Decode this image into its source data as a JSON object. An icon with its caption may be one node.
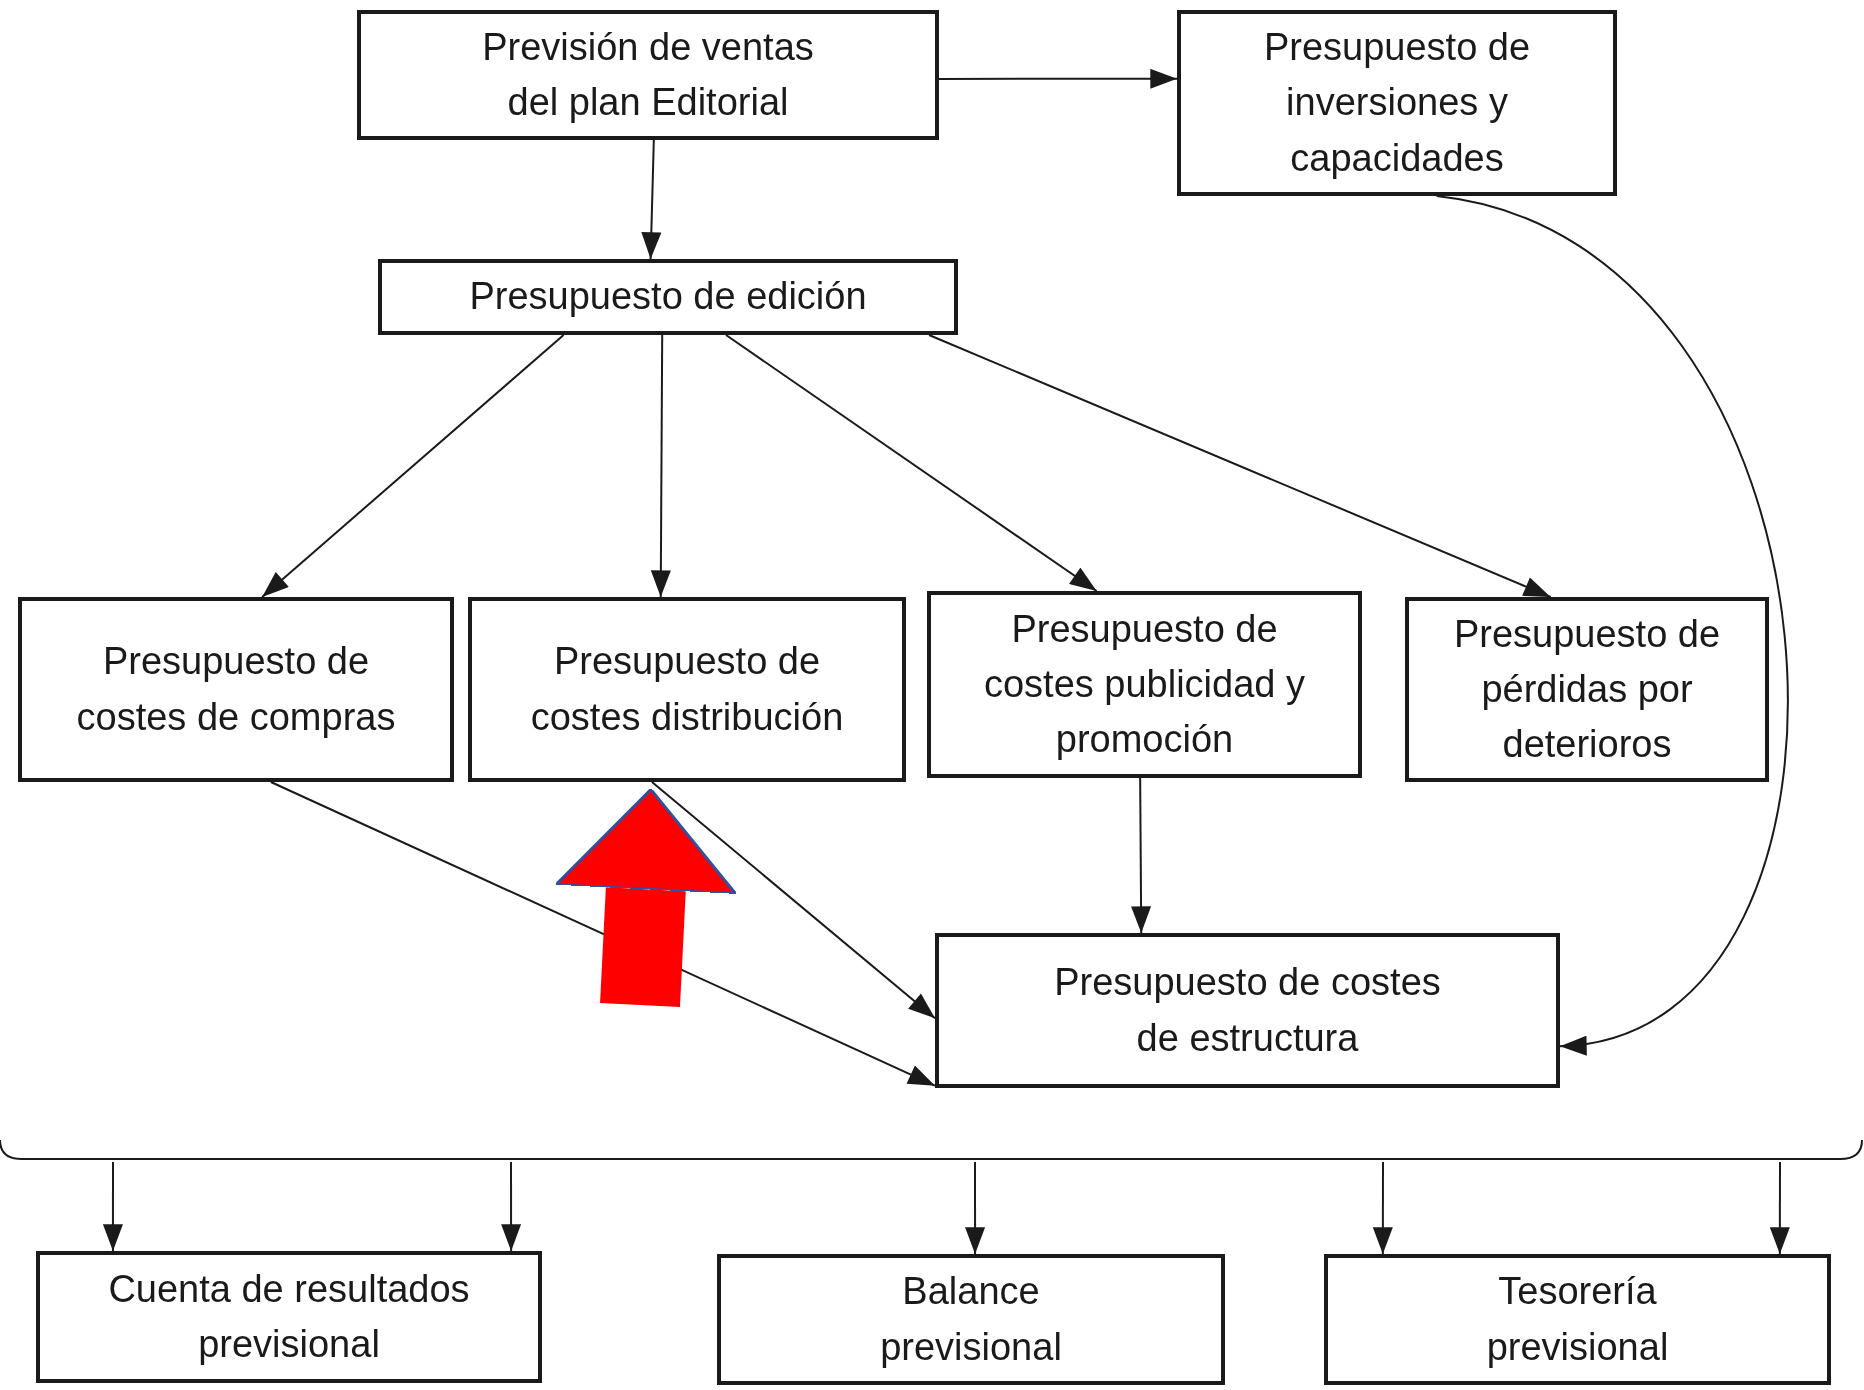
{
  "diagram": {
    "nodes": [
      {
        "text": [
          "Previsión de ventas del plan Editorial"
        ]
      },
      {
        "text": [
          "Presupuesto de inversiones y capacidades"
        ]
      },
      {
        "text": [
          "Presupuesto de edición"
        ]
      },
      {
        "text": [
          "Presupuesto de costes de compras"
        ]
      },
      {
        "text": [
          "Presupuesto de costes distribución"
        ]
      },
      {
        "text": [
          "Presupuesto de costes publicidad y promoción"
        ]
      },
      {
        "text": [
          "Presupuesto de pérdidas por deterioros"
        ]
      },
      {
        "text": [
          "Presupuesto de costes de estructura"
        ]
      },
      {
        "text": [
          "Cuenta de resultados previsional"
        ]
      },
      {
        "text": [
          "Balance previsional"
        ]
      },
      {
        "text": [
          "Tesorería previsional"
        ]
      }
    ],
    "edges": [
      {
        "from": 0,
        "to": 1,
        "arrow": "to"
      },
      {
        "from": 0,
        "to": 2,
        "arrow": "to"
      },
      {
        "from": 2,
        "to": 3,
        "arrow": "to"
      },
      {
        "from": 2,
        "to": 4,
        "arrow": "to"
      },
      {
        "from": 2,
        "to": 5,
        "arrow": "to"
      },
      {
        "from": 2,
        "to": 6,
        "arrow": "to"
      },
      {
        "from": 3,
        "to": 7,
        "arrow": "to"
      },
      {
        "from": 4,
        "to": 7,
        "arrow": "to"
      },
      {
        "from": 5,
        "to": 7,
        "arrow": "to"
      },
      {
        "from": 1,
        "to": 7,
        "arrow": "to"
      },
      {
        "from": null,
        "to": 8,
        "arrow": "to"
      },
      {
        "from": null,
        "to": 8,
        "arrow": "to"
      },
      {
        "from": null,
        "to": 9,
        "arrow": "to"
      },
      {
        "from": null,
        "to": 10,
        "arrow": "to"
      },
      {
        "from": null,
        "to": 10,
        "arrow": "to"
      },
      {
        "from": null,
        "to": 4,
        "arrow": "to",
        "style": "thick",
        "color": "#ff0000"
      }
    ]
  }
}
